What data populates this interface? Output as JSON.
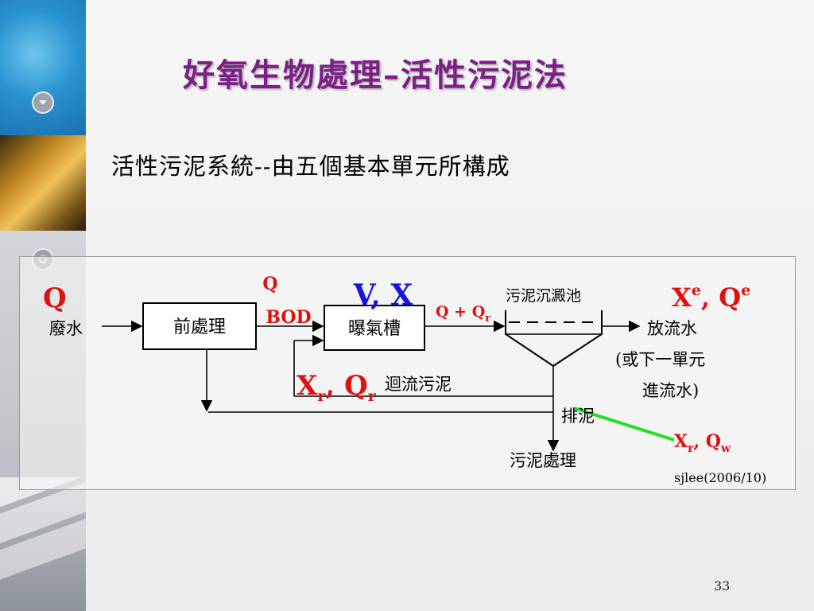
{
  "slide": {
    "title": "好氧生物處理–活性污泥法",
    "subtitle": "活性污泥系統--由五個基本單元所構成",
    "page_number": "33"
  },
  "diagram": {
    "inlet_flow_symbol": "Q",
    "inlet_label": "廢水",
    "pretreatment_label": "前處理",
    "influent_q": "Q",
    "influent_bod": "BOD",
    "aeration_vars": "V, X",
    "aeration_label": "曝氣槽",
    "combined_flow": "Q + Q",
    "combined_flow_sub": "r",
    "clarifier_label": "污泥沉澱池",
    "effluent_vars_x": "X",
    "effluent_vars_x_sup": "e",
    "effluent_vars_sep": ", Q",
    "effluent_vars_q_sup": "e",
    "effluent_label": "放流水",
    "effluent_note_1": "(或下一單元",
    "effluent_note_2": "進流水)",
    "return_x": "X",
    "return_x_sub": "r",
    "return_sep": ", Q",
    "return_q_sub": "r",
    "return_label": "迴流污泥",
    "waste_label": "排泥",
    "waste_x": "X",
    "waste_x_sub": "r",
    "waste_sep": ", Q",
    "waste_q_sub": "w",
    "sludge_treatment_label": "污泥處理",
    "credit": "sjlee(2006/10)"
  },
  "colors": {
    "title": "#7b1f86",
    "red_vars": "#e01010",
    "blue_vars": "#1515e0",
    "pointer": "#22e022"
  }
}
